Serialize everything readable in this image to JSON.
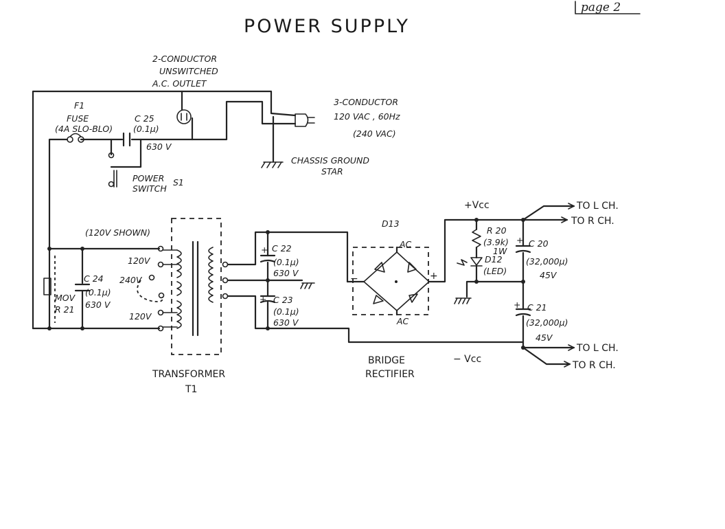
{
  "title": "POWER SUPPLY",
  "page_tag": "page 2",
  "labels": {
    "outlet_1": "2-CONDUCTOR",
    "outlet_2": "UNSWITCHED",
    "outlet_3": "A.C. OUTLET",
    "plug_1": "3-CONDUCTOR",
    "plug_2": "120 VAC , 60Hz",
    "plug_3": "(240 VAC)",
    "ground_1": "CHASSIS GROUND",
    "ground_2": "STAR",
    "fuse_ref": "F1",
    "fuse_name": "FUSE",
    "fuse_rating": "(4A SLO-BLO)",
    "c25_name": "C 25",
    "c25_value": "(0.1μ)",
    "c25_voltage": "630 V",
    "switch_1": "POWER",
    "switch_2": "SWITCH",
    "switch_ref": "S1",
    "shown_note": "(120V SHOWN)",
    "tap_120a": "120V",
    "tap_240": "240V",
    "tap_120b": "120V",
    "c24_name": "C 24",
    "c24_value": "(0.1μ)",
    "c24_voltage": "630 V",
    "mov_1": "MOV",
    "mov_2": "R 21",
    "c22_name": "C 22",
    "c22_value": "(0.1μ)",
    "c22_voltage": "630 V",
    "c23_name": "C 23",
    "c23_value": "(0.1μ)",
    "c23_voltage": "630 V",
    "transformer_1": "TRANSFORMER",
    "transformer_2": "T1",
    "d13": "D13",
    "ac_top": "AC",
    "ac_bottom": "AC",
    "bridge_minus": "−",
    "bridge_plus": "+",
    "bridge_1": "BRIDGE",
    "bridge_2": "RECTIFIER",
    "vcc_pos": "+Vcc",
    "vcc_neg": "− Vcc",
    "r20_name": "R 20",
    "r20_value": "(3.9k)",
    "r20_power": "1W",
    "d12_name": "D12",
    "d12_type": "(LED)",
    "c20_name": "C 20",
    "c20_value": "(32,000μ)",
    "c20_voltage": "45V",
    "c21_name": "C 21",
    "c21_value": "(32,000μ)",
    "c21_voltage": "45V",
    "c23_plus": "+",
    "c22_plus": "+",
    "c20_plus": "+",
    "c21_plus": "+",
    "out_l_top": "TO L CH.",
    "out_r_top": "TO R CH.",
    "out_l_bottom": "TO L CH.",
    "out_r_bottom": "TO R CH."
  }
}
